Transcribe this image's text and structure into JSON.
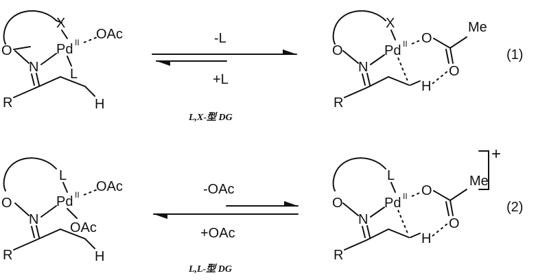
{
  "reaction1": {
    "forward_label": "-L",
    "reverse_label": "+L",
    "number": "(1)",
    "caption": "L,X-型 DG",
    "left": {
      "X": "X",
      "O": "O",
      "Pd": "Pd",
      "ox": "II",
      "OAc": "OAc",
      "N": "N",
      "L": "L",
      "R": "R",
      "H": "H"
    },
    "right": {
      "X": "X",
      "O": "O",
      "Pd": "Pd",
      "ox": "II",
      "O_ester": "O",
      "Me": "Me",
      "O_carbonyl": "O",
      "N": "N",
      "R": "R",
      "H": "H"
    }
  },
  "reaction2": {
    "forward_label": "-OAc",
    "reverse_label": "+OAc",
    "number": "(2)",
    "caption": "L,L-型 DG",
    "charge": "+",
    "left": {
      "L": "L",
      "O": "O",
      "Pd": "Pd",
      "ox": "II",
      "OAc_top": "OAc",
      "OAc_bottom": "OAc",
      "N": "N",
      "R": "R",
      "H": "H"
    },
    "right": {
      "L": "L",
      "O": "O",
      "Pd": "Pd",
      "ox": "II",
      "O_ester": "O",
      "Me": "Me",
      "O_carbonyl": "O",
      "N": "N",
      "R": "R",
      "H": "H"
    }
  }
}
